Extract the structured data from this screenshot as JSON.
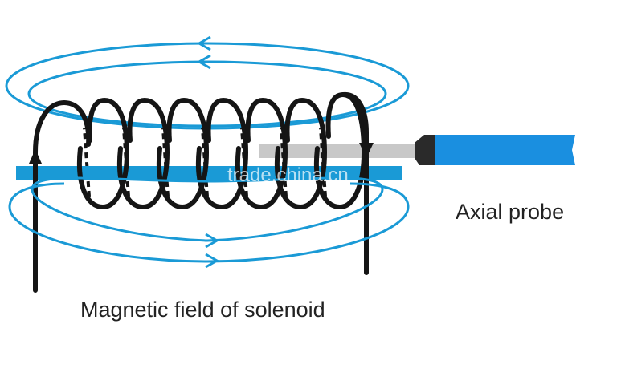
{
  "labels": {
    "probe": "Axial probe",
    "caption": "Magnetic field of solenoid",
    "watermark": "trade.china.cn"
  },
  "colors": {
    "field_lines": "#1a9ad6",
    "probe_body": "#1a8fe0",
    "probe_tip": "#2a2a2a",
    "probe_rod": "#c8c8c8",
    "coil_wire": "#151515"
  },
  "elements": {
    "field_line_arrows": "arrow-icon",
    "current_arrows": "arrow-icon",
    "coil_turns": 7
  }
}
